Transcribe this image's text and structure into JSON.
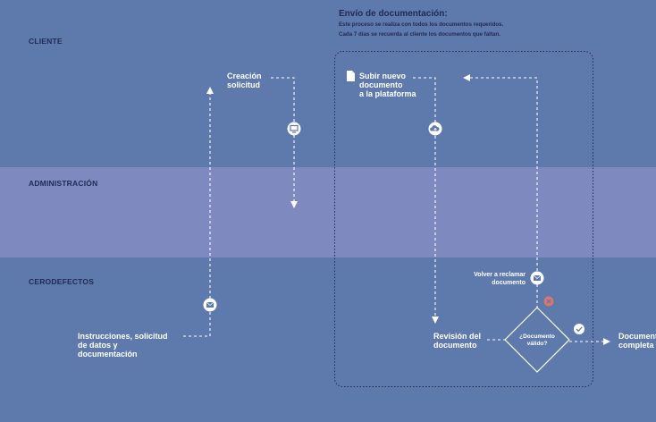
{
  "header": {
    "title": "Envío de documentación:",
    "line1": "Este proceso se realiza con todos los documentos requeridos.",
    "line2": "Cada 7 días se recuerda al cliente los documentos que faltan."
  },
  "lanes": {
    "cliente": "CLIENTE",
    "administracion": "ADMINISTRACIÓN",
    "cerodefectos": "CERODEFECTOS"
  },
  "nodes": {
    "creacion": [
      "Creación",
      "solicitud"
    ],
    "subir": [
      "Subir nuevo",
      "documento",
      "a la plataforma"
    ],
    "instrucciones": [
      "Instrucciones, solicitud",
      "de datos y",
      "documentación"
    ],
    "revision": [
      "Revisión del",
      "documento"
    ],
    "volver": [
      "Volver a reclamar",
      "documento"
    ],
    "decision": [
      "¿Documento",
      "válido?"
    ],
    "completa": [
      "Documentación",
      "completa"
    ]
  },
  "icons": [
    "monitor-icon",
    "cloud-upload-icon",
    "mail-icon",
    "document-icon",
    "reject-icon",
    "check-icon"
  ],
  "colors": {
    "background": "#5e79ab",
    "admin_lane": "#7e89bf",
    "label": "#1f2a55",
    "reject": "#d9776f",
    "node_text": "#ffffff"
  }
}
